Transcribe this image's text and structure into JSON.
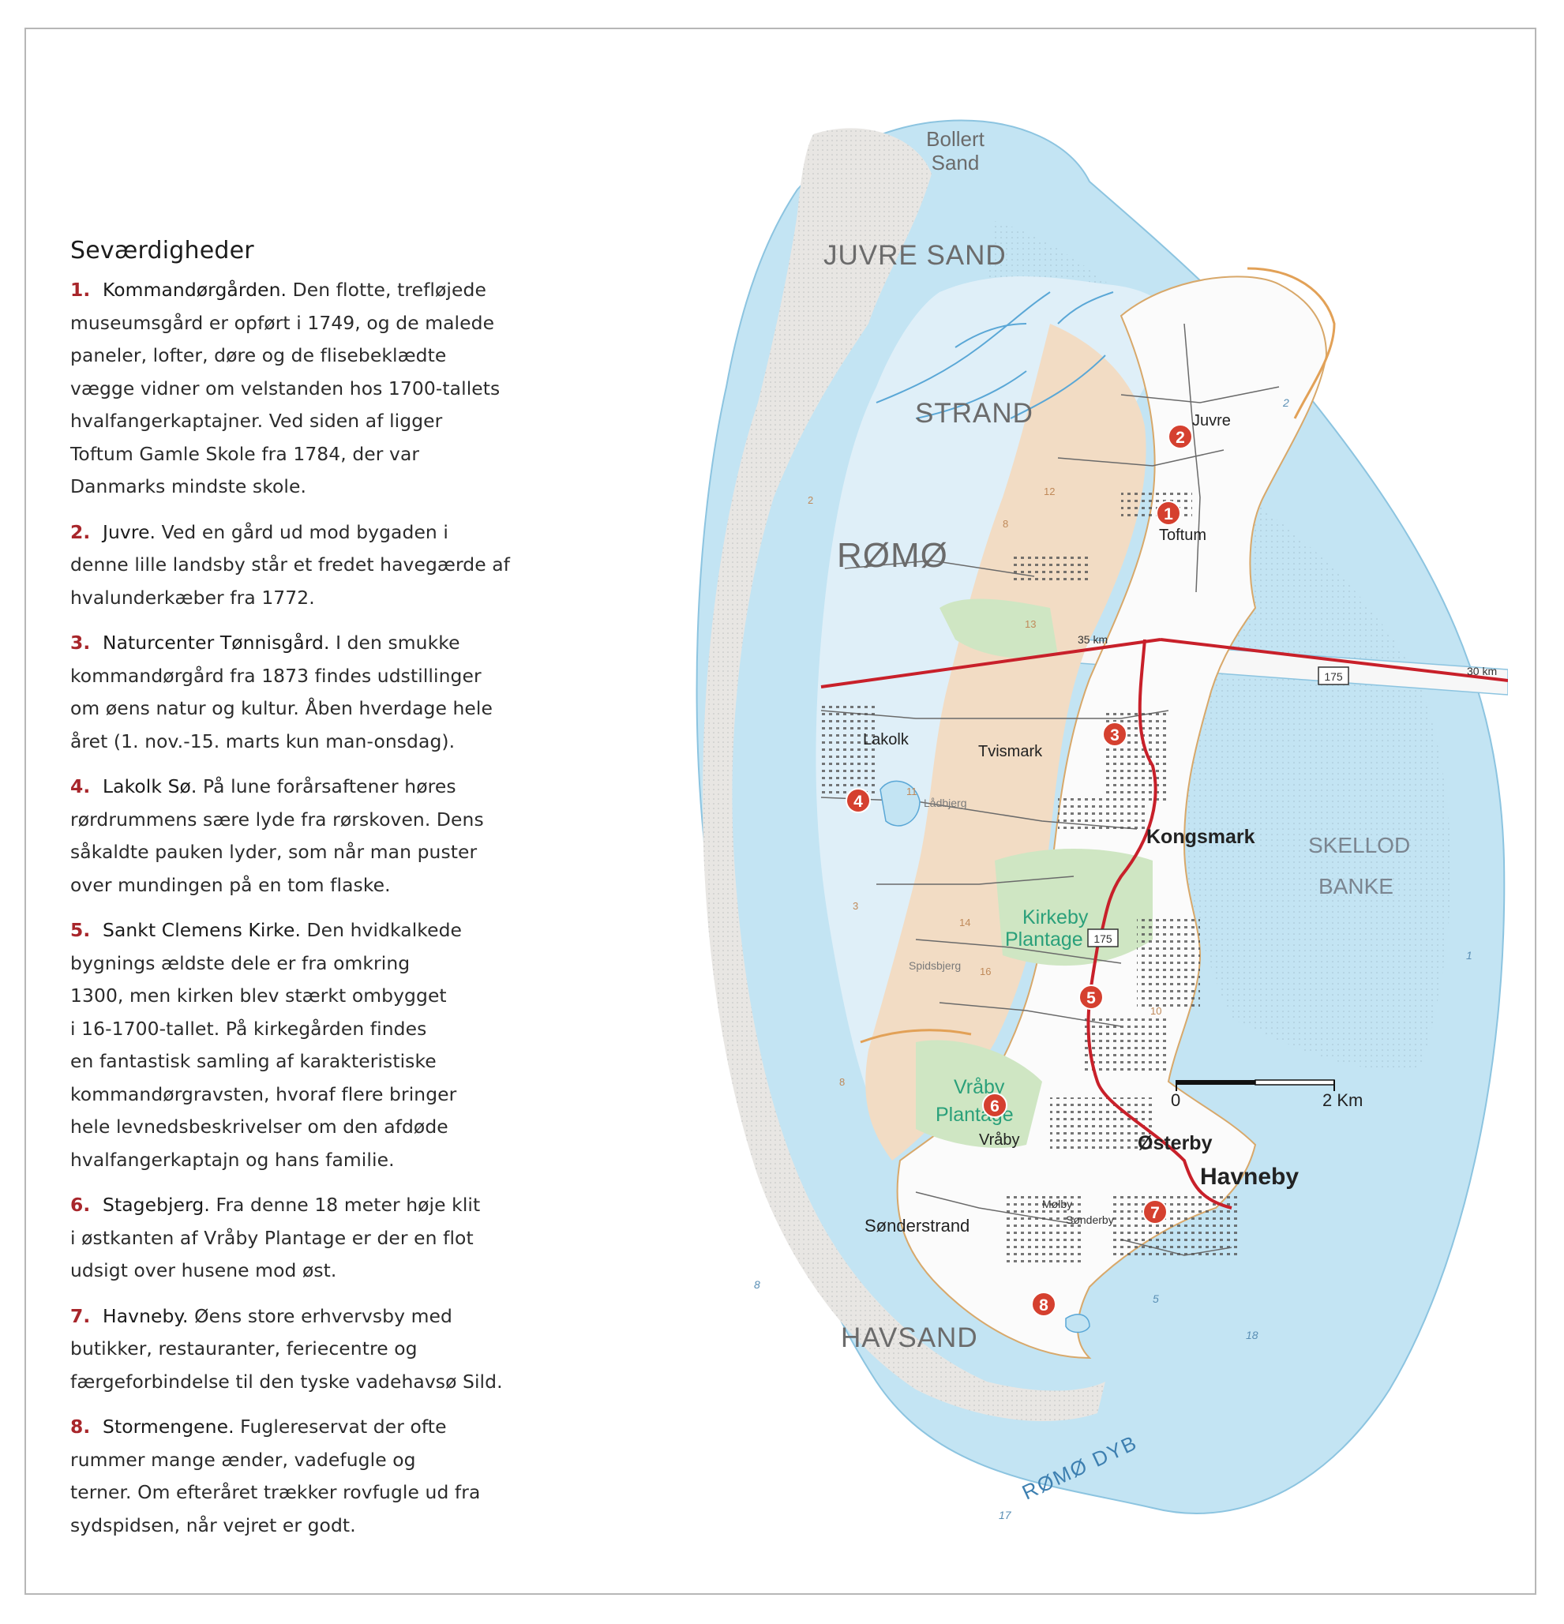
{
  "sights": {
    "heading": "Seværdigheder",
    "entries": [
      {
        "num": "1.",
        "name": "Kommandørgården.",
        "lines": [
          "Den flotte, trefløjede",
          "museumsgård er opført i 1749, og de malede",
          "paneler, lofter, døre og de flisebeklædte",
          "vægge vidner om velstanden hos 1700-tallets",
          "hvalfangerkaptajner. Ved siden af ligger",
          "Toftum Gamle Skole fra 1784, der var",
          "Danmarks mindste skole."
        ]
      },
      {
        "num": "2.",
        "name": "Juvre.",
        "lines": [
          "Ved en gård ud mod bygaden i",
          "denne lille landsby står et fredet havegærde af",
          "hvalunderkæber fra 1772."
        ]
      },
      {
        "num": "3.",
        "name": "Naturcenter Tønnisgård.",
        "lines": [
          "I den smukke",
          "kommandørgård fra 1873 findes udstillinger",
          "om øens natur og kultur. Åben hverdage hele",
          "året (1. nov.-15. marts kun man-onsdag)."
        ]
      },
      {
        "num": "4.",
        "name": "Lakolk Sø.",
        "lines": [
          "På lune forårsaftener høres",
          "rørdrummens sære lyde fra rørskoven. Dens",
          "såkaldte pauken lyder, som når man puster",
          "over mundingen på en tom flaske."
        ]
      },
      {
        "num": "5.",
        "name": "Sankt Clemens Kirke.",
        "lines": [
          "Den hvidkalkede",
          "bygnings ældste dele er fra omkring",
          "1300, men kirken blev stærkt ombygget",
          "i 16-1700-tallet. På kirkegården findes",
          "en fantastisk samling af karakteristiske",
          "kommandørgravsten, hvoraf flere bringer",
          "hele levnedsbeskrivelser om den afdøde",
          "hvalfangerkaptajn og hans familie."
        ]
      },
      {
        "num": "6.",
        "name": "Stagebjerg.",
        "lines": [
          "Fra denne 18 meter høje klit",
          "i østkanten af Vråby Plantage er der en flot",
          "udsigt over husene mod øst."
        ]
      },
      {
        "num": "7.",
        "name": "Havneby.",
        "lines": [
          "Øens store erhvervsby med",
          "butikker, restauranter, feriecentre og",
          "færgeforbindelse til den tyske vadehavsø Sild."
        ]
      },
      {
        "num": "8.",
        "name": "Stormengene.",
        "lines": [
          "Fuglereservat der ofte",
          "rummer mange ænder, vadefugle og",
          "terner. Om efteråret trækker rovfugle ud fra",
          "sydspidsen, når vejret er godt."
        ]
      }
    ]
  },
  "map": {
    "regions": {
      "bollert_1": "Bollert",
      "bollert_2": "Sand",
      "juvre_sand": "JUVRE SAND",
      "strand": "STRAND",
      "romo": "RØMØ",
      "havsand": "HAVSAND",
      "skellod_1": "SKELLOD",
      "skellod_2": "BANKE",
      "romo_dyb": "RØMØ DYB"
    },
    "places": {
      "juvre": "Juvre",
      "toftum": "Toftum",
      "lakolk": "Lakolk",
      "tvismark": "Tvismark",
      "ladbjerg": "Lådbjerg",
      "kongsmark": "Kongsmark",
      "spidsbjerg": "Spidsbjerg",
      "vraby": "Vråby",
      "osterby": "Østerby",
      "havneby": "Havneby",
      "molby": "Mølby",
      "sonderby": "Sønderby",
      "sonderstrand": "Sønderstrand"
    },
    "plantations": {
      "kirkeby_1": "Kirkeby",
      "kirkeby_2": "Plantage",
      "vraby_1": "Vråby",
      "vraby_2": "Plantage"
    },
    "road": {
      "route_number": "175",
      "dist_35": "35 km",
      "dist_30": "30 km"
    },
    "scale": {
      "start": "0",
      "end": "2 Km"
    },
    "contours": [
      "2",
      "12",
      "8",
      "13",
      "11",
      "3",
      "14",
      "16",
      "10",
      "8"
    ],
    "depths": [
      "2",
      "1",
      "8",
      "18",
      "17",
      "5"
    ],
    "markers": [
      "1",
      "2",
      "3",
      "4",
      "5",
      "6",
      "7",
      "8"
    ],
    "colors": {
      "sea": "#c3e4f3",
      "water_outline": "#8cc4e0",
      "sand": "#e8e6e3",
      "dune": "#f2dcc4",
      "marsh": "#dfeff8",
      "forest": "#cfe6c3",
      "fields": "#fbfbfb",
      "road_red": "#c8202a",
      "marker_red": "#d5402f"
    }
  }
}
